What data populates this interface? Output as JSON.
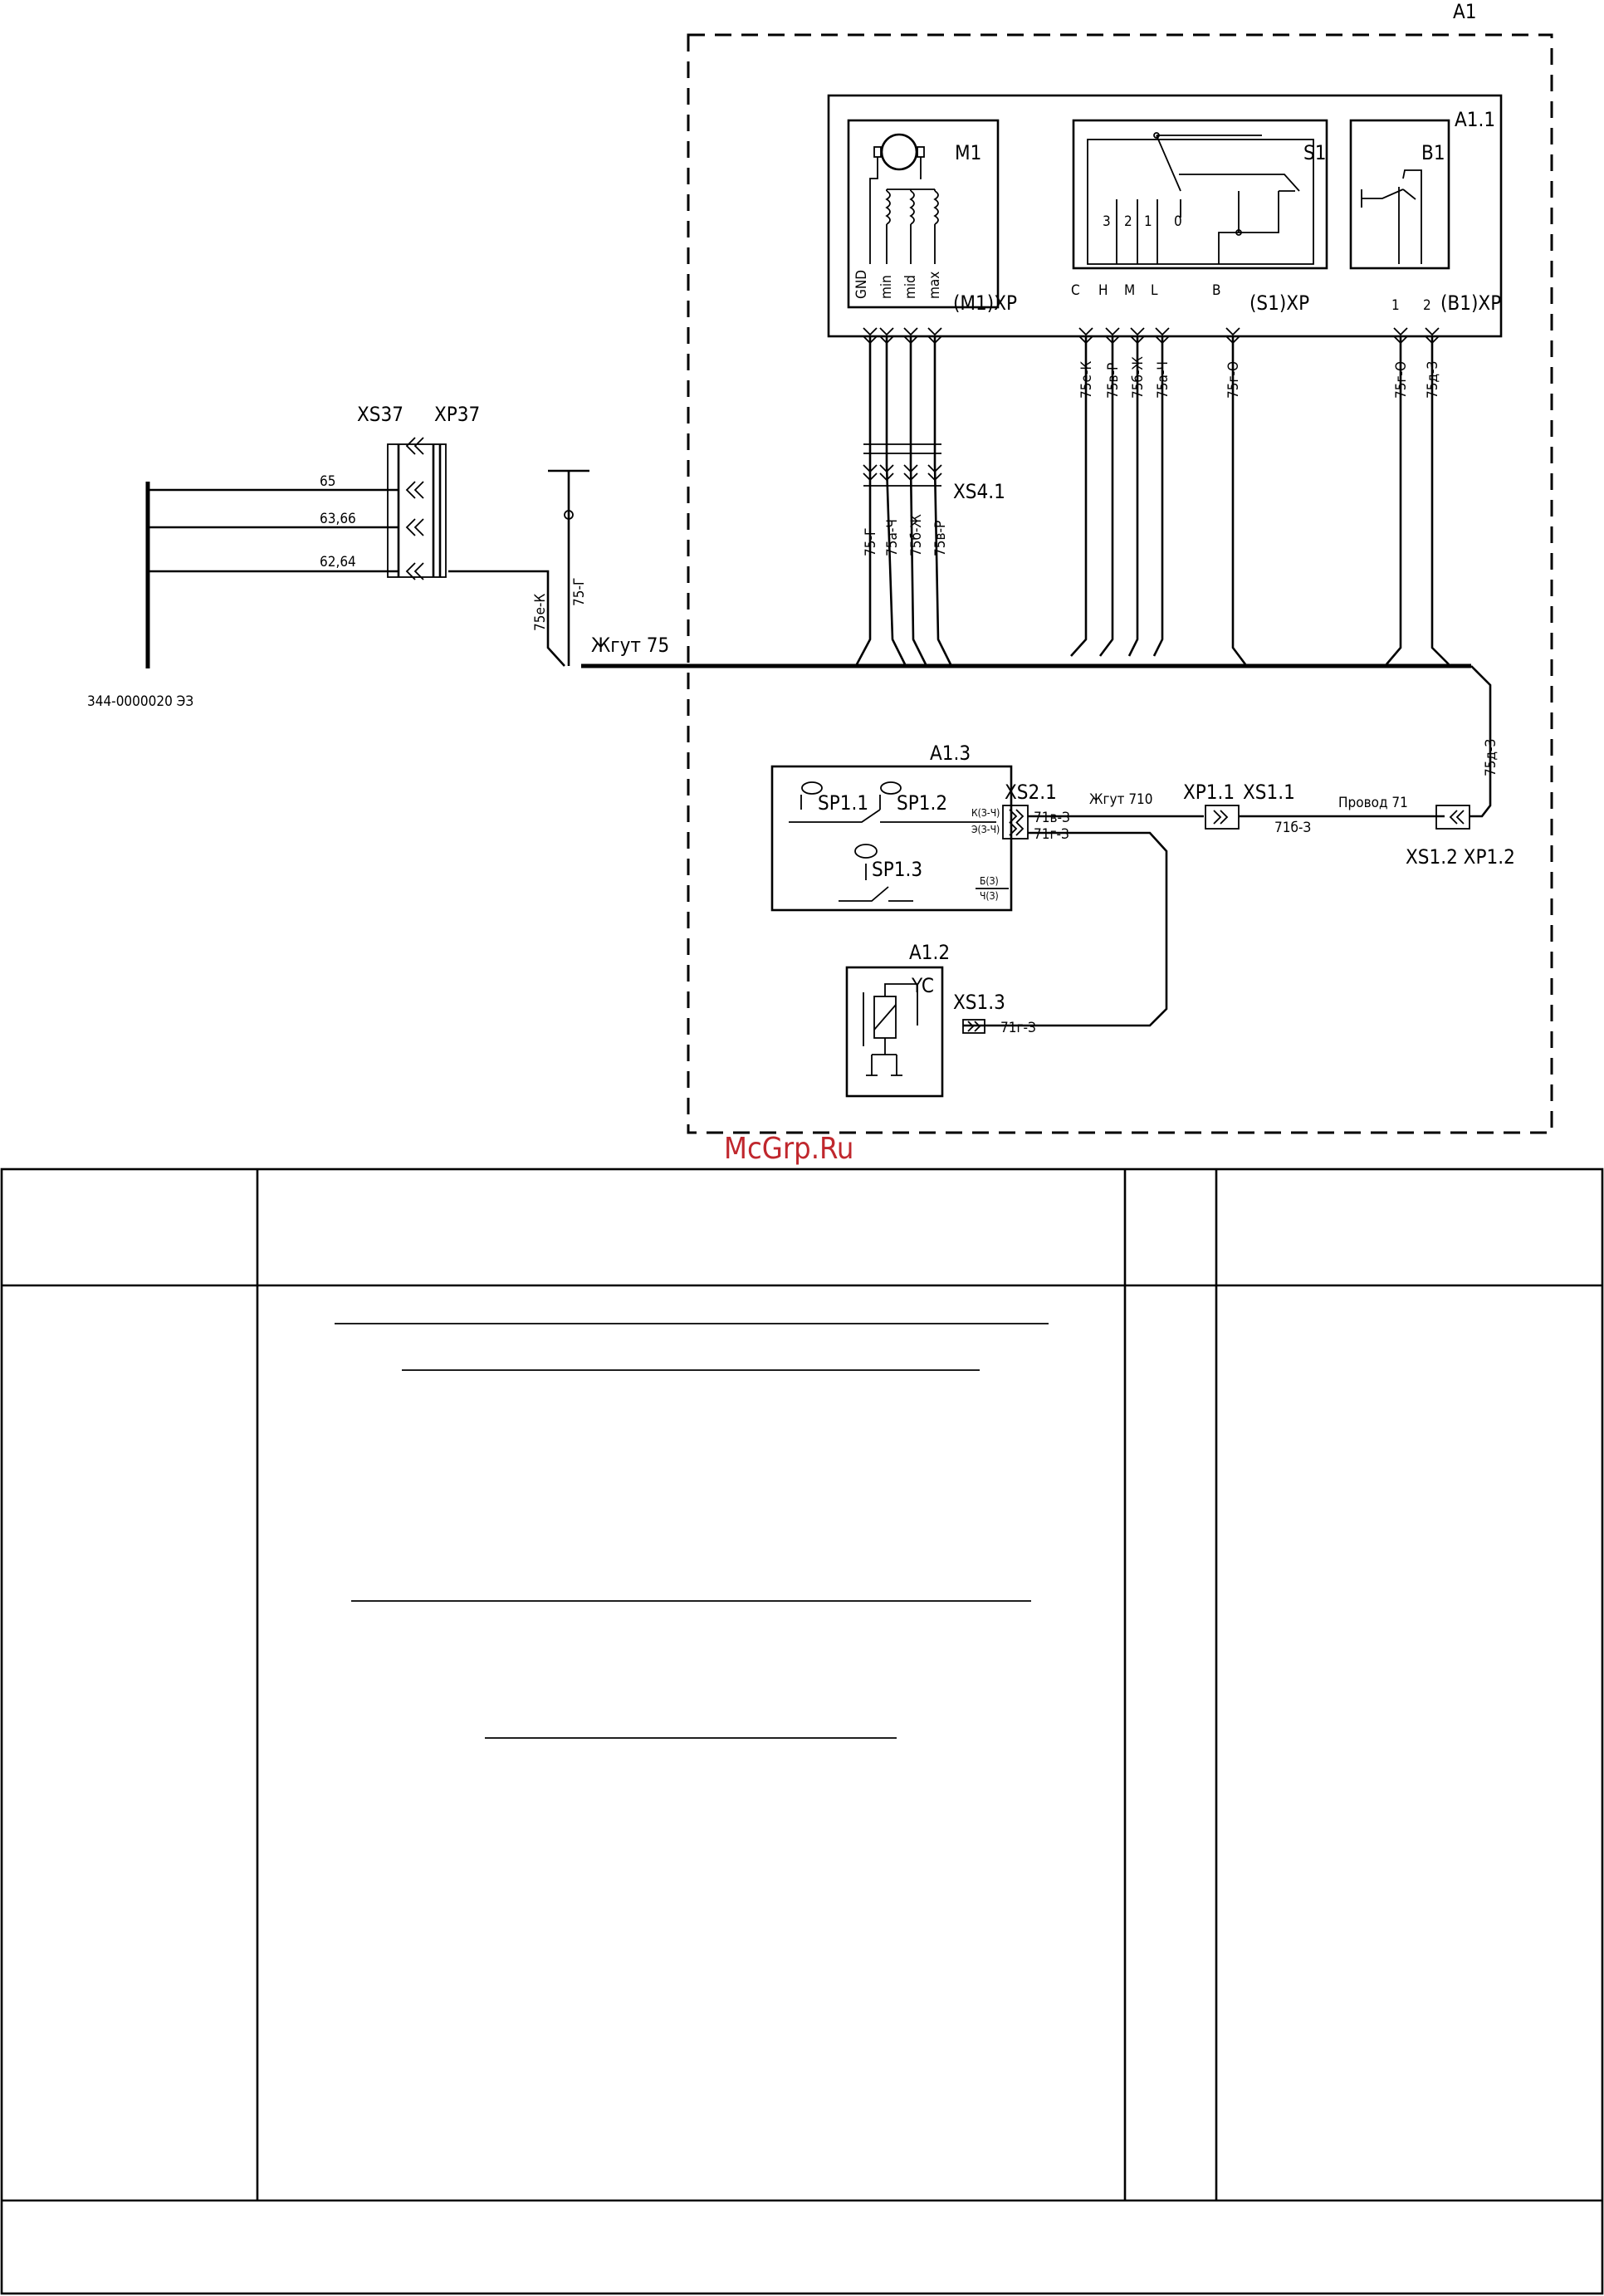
{
  "schematic": {
    "blocks": {
      "a1": "A1",
      "a1_1": "A1.1",
      "a1_2": "A1.2",
      "a1_3": "A1.3"
    },
    "motor": {
      "name": "M1",
      "connector": "(M1)XP",
      "pins": [
        "GND",
        "min",
        "mid",
        "max"
      ]
    },
    "switch": {
      "name": "S1",
      "connector": "(S1)XP",
      "pins": [
        "C",
        "H",
        "M",
        "L",
        "B"
      ],
      "positions": [
        "3",
        "2",
        "1",
        "0"
      ]
    },
    "sensor": {
      "name": "B1",
      "connector": "(B1)XP",
      "pins": [
        "1",
        "2"
      ]
    },
    "wires_top": [
      "75е-К",
      "75в-Р",
      "75б-Ж",
      "75а-Ч",
      "75г-О",
      "75г-О",
      "75д-З"
    ],
    "xs4_1": {
      "name": "XS4.1",
      "wires": [
        "75-Г",
        "75а-Ч",
        "75б-Ж",
        "75в-Р"
      ]
    },
    "xs37": {
      "socket": "XS37",
      "plug": "XP37",
      "wires": [
        "65",
        "63,66",
        "62,64"
      ]
    },
    "ground_wire": "75-Г",
    "left_wire": "75е-К",
    "bus_label": "Жгут 75",
    "part_number": "344-0000020 ЭЗ",
    "a1_3": {
      "sp1_1": "SP1.1",
      "sp1_2": "SP1.2",
      "sp1_3": "SP1.3",
      "xs2_1": "XS2.1",
      "pin_labels": [
        "К(З-Ч)",
        "Э(З-Ч)",
        "Б(З)",
        "Ч(З)"
      ],
      "wire_1": "71в-З",
      "wire_2": "71г-З"
    },
    "harness_710": "Жгут 710",
    "xp1_1": "XP1.1",
    "xs1_1": "XS1.1",
    "wire_71b": "71б-З",
    "provod_71": "Провод 71",
    "xs1_2_xp1_2": "XS1.2 XP1.2",
    "wire_75d": "75д-З",
    "a1_2": {
      "yc": "YC",
      "xs1_3": "XS1.3",
      "wire": "71г-З"
    }
  },
  "watermark": "McGrp.Ru"
}
